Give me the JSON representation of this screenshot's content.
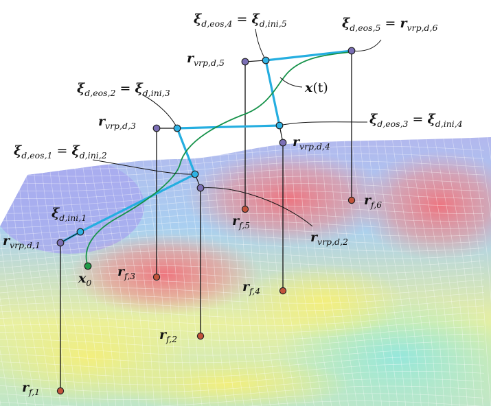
{
  "diagram": {
    "colors": {
      "blue_path": "#25aee0",
      "green_trajectory": "#16924a",
      "vrp_point": "#7b6fb5",
      "foot_point": "#c2533b",
      "eos_point": "#2fb2e4",
      "start_point": "#1f9a47",
      "leader_line": "#111111"
    },
    "labels": {
      "xi_eos4": {
        "main": "ξ",
        "sub": "d,eos,4",
        "rel": " = ",
        "main2": "ξ",
        "sub2": "d,ini,5"
      },
      "xi_eos5": {
        "main": "ξ",
        "sub": "d,eos,5",
        "rel": " = ",
        "main2": "r",
        "sub2": "vrp,d,6"
      },
      "r_vrp5": {
        "main": "r",
        "sub": "vrp,d,5"
      },
      "x_t": {
        "main": "x",
        "tail": "(t)"
      },
      "xi_eos2": {
        "main": "ξ",
        "sub": "d,eos,2",
        "rel": " = ",
        "main2": "ξ",
        "sub2": "d,ini,3"
      },
      "r_vrp3": {
        "main": "r",
        "sub": "vrp,d,3"
      },
      "xi_eos3": {
        "main": "ξ",
        "sub": "d,eos,3",
        "rel": " = ",
        "main2": "ξ",
        "sub2": "d,ini,4"
      },
      "r_vrp4": {
        "main": "r",
        "sub": "vrp,d,4"
      },
      "xi_eos1": {
        "main": "ξ",
        "sub": "d,eos,1",
        "rel": " = ",
        "main2": "ξ",
        "sub2": "d,ini,2"
      },
      "r_f6": {
        "main": "r",
        "sub": "f,6"
      },
      "xi_ini1": {
        "main": "ξ",
        "sub": "d,ini,1"
      },
      "r_f5": {
        "main": "r",
        "sub": "f,5"
      },
      "r_vrp2": {
        "main": "r",
        "sub": "vrp,d,2"
      },
      "r_vrp1": {
        "main": "r",
        "sub": "vrp,d,1"
      },
      "x0": {
        "main": "x",
        "sub": "0"
      },
      "r_f3": {
        "main": "r",
        "sub": "f,3"
      },
      "r_f4": {
        "main": "r",
        "sub": "f,4"
      },
      "r_f2": {
        "main": "r",
        "sub": "f,2"
      },
      "r_f1": {
        "main": "r",
        "sub": "f,1"
      }
    }
  }
}
